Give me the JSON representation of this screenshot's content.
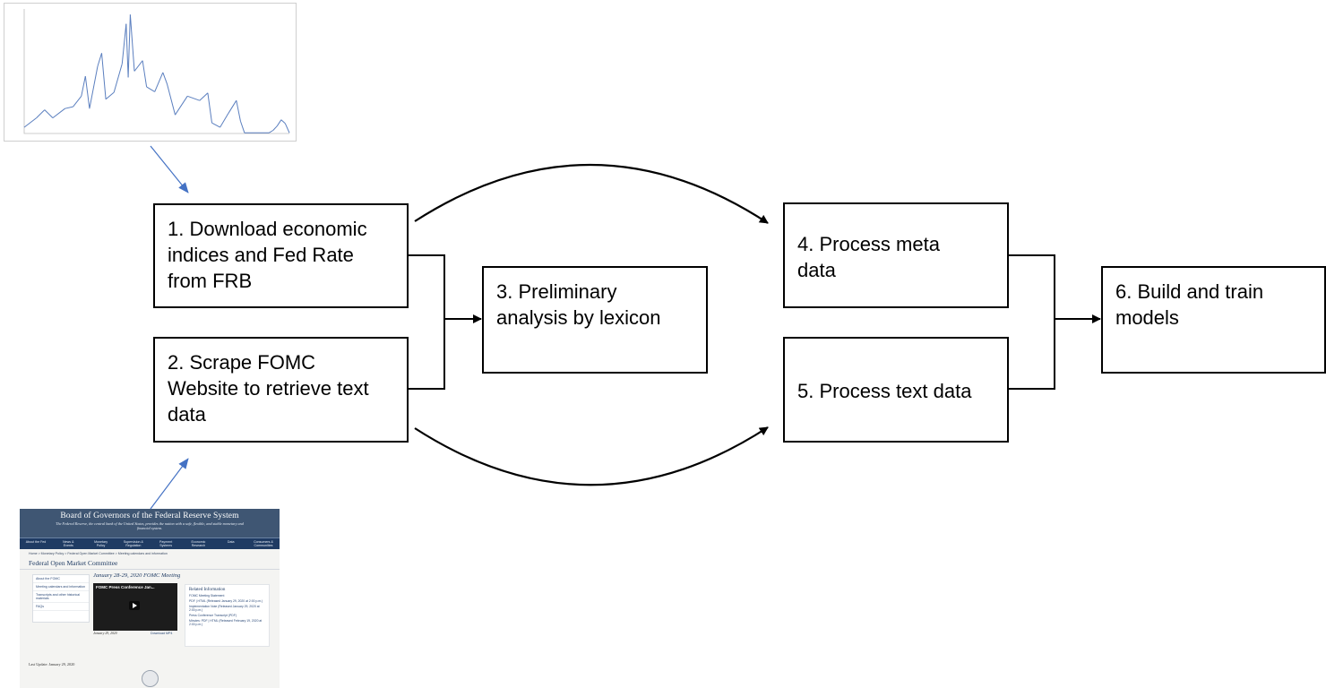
{
  "steps": [
    {
      "id": "1",
      "lines": [
        "1. Download economic",
        "indices and Fed Rate",
        "from FRB"
      ]
    },
    {
      "id": "2",
      "lines": [
        "2. Scrape FOMC",
        "Website to retrieve text",
        "data"
      ]
    },
    {
      "id": "3",
      "lines": [
        "3. Preliminary",
        "analysis by lexicon"
      ]
    },
    {
      "id": "4",
      "lines": [
        "4. Process meta",
        "data"
      ]
    },
    {
      "id": "5",
      "lines": [
        "5. Process text data"
      ]
    },
    {
      "id": "6",
      "lines": [
        "6. Build and train",
        "models"
      ]
    }
  ],
  "colors": {
    "box_border": "#000000",
    "arrow": "#000000",
    "image_pointer_arrow": "#4472c4",
    "chart_line": "#5b7fbf",
    "site_header": "#3f5673",
    "site_nav": "#1f3b63"
  },
  "chart_data": {
    "type": "line",
    "title": "",
    "xlabel": "",
    "ylabel": "",
    "grid": false,
    "ylim": [
      0,
      20
    ],
    "x": [
      1955,
      1958,
      1960,
      1962,
      1965,
      1967,
      1969,
      1970,
      1971,
      1973,
      1974,
      1975,
      1977,
      1979,
      1980,
      1980.5,
      1981,
      1982,
      1984,
      1985,
      1987,
      1989,
      1990,
      1992,
      1995,
      1998,
      2000,
      2001,
      2003,
      2005,
      2007,
      2008,
      2009,
      2015,
      2016,
      2017,
      2018,
      2019,
      2020
    ],
    "series": [
      {
        "values": [
          1.0,
          2.5,
          3.8,
          2.5,
          4.0,
          4.3,
          6.0,
          9.2,
          4.0,
          10.8,
          12.9,
          5.5,
          6.6,
          11.2,
          17.6,
          9.0,
          19.1,
          10.0,
          11.7,
          7.5,
          6.7,
          9.8,
          8.0,
          3.0,
          6.0,
          5.3,
          6.5,
          1.7,
          1.0,
          3.2,
          5.3,
          2.0,
          0.1,
          0.1,
          0.5,
          1.2,
          2.2,
          1.6,
          0.1
        ]
      }
    ]
  },
  "website_screenshot": {
    "header_title": "Board of Governors of the Federal Reserve System",
    "tagline": "The Federal Reserve, the central bank of the United States, provides the nation with a safe, flexible, and stable monetary and financial system.",
    "nav": [
      "About the Fed",
      "News & Events",
      "Monetary Policy",
      "Supervision & Regulation",
      "Payment Systems",
      "Economic Research",
      "Data",
      "Consumers & Communities"
    ],
    "breadcrumb": "Home > Monetary Policy > Federal Open Market Committee > Meeting calendars and information",
    "section_title": "Federal Open Market Committee",
    "sidebar": [
      "About the FOMC",
      "Meeting calendars and information",
      "Transcripts and other historical materials",
      "FAQs"
    ],
    "meeting_heading": "January 28-29, 2020 FOMC Meeting",
    "video_title": "FOMC Press Conference Jan...",
    "video_date": "January 29, 2020",
    "download_label": "Download MP4",
    "related_title": "Related Information",
    "related_items": [
      "FOMC Meeting Statement",
      "PDF | HTML (Released January 29, 2020 at 2:00 p.m.)",
      "Implementation Note (Released January 29, 2020 at 2:00 p.m.)",
      "Press Conference Transcript (PDF)",
      "Minutes: PDF | HTML (Released February 19, 2020 at 2:00 p.m.)"
    ],
    "last_update": "Last Update: January 29, 2020"
  }
}
